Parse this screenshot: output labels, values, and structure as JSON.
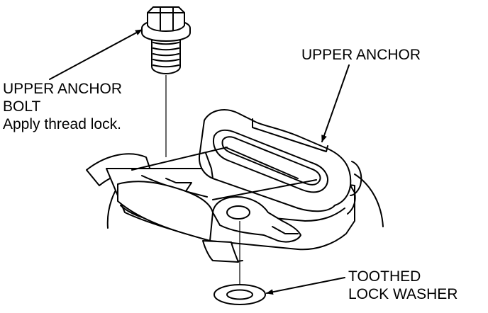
{
  "figure": {
    "background": "#ffffff",
    "line_color": "#000000"
  },
  "callouts": {
    "bolt": {
      "line1": "UPPER ANCHOR",
      "line2": "BOLT",
      "line3": "Apply thread lock."
    },
    "anchor": {
      "line1": "UPPER ANCHOR"
    },
    "washer": {
      "line1": "TOOTHED",
      "line2": "LOCK WASHER"
    }
  }
}
